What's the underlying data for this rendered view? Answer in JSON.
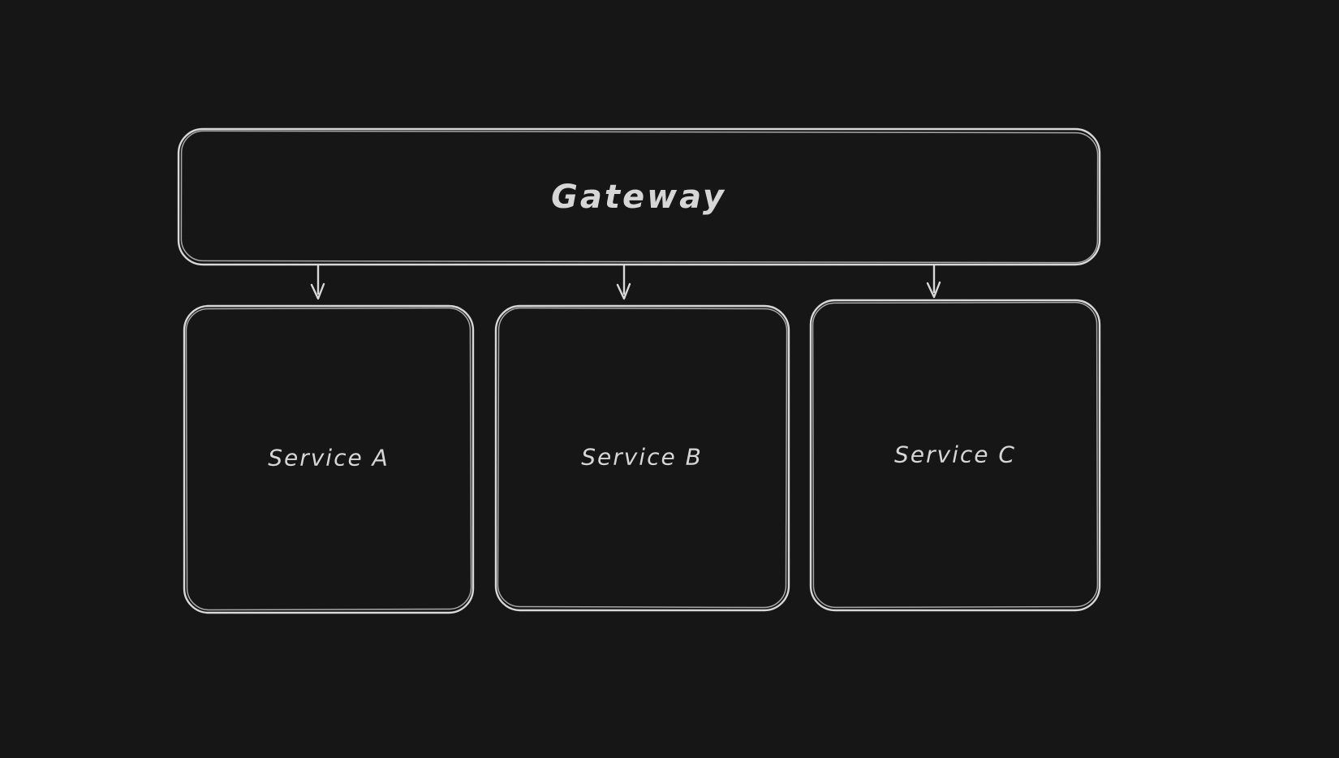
{
  "theme": {
    "background": "#161616",
    "stroke": "#d8d8d8",
    "text": "#d6d6d6"
  },
  "diagram": {
    "nodes": [
      {
        "id": "gateway",
        "label": "Gateway",
        "shape": "rectangle"
      },
      {
        "id": "service-a",
        "label": "Service A",
        "shape": "rectangle"
      },
      {
        "id": "service-b",
        "label": "Service B",
        "shape": "rectangle"
      },
      {
        "id": "service-c",
        "label": "Service C",
        "shape": "rectangle"
      }
    ],
    "edges": [
      {
        "from": "gateway",
        "to": "service-a",
        "style": "arrow"
      },
      {
        "from": "gateway",
        "to": "service-b",
        "style": "arrow"
      },
      {
        "from": "gateway",
        "to": "service-c",
        "style": "arrow"
      }
    ]
  }
}
